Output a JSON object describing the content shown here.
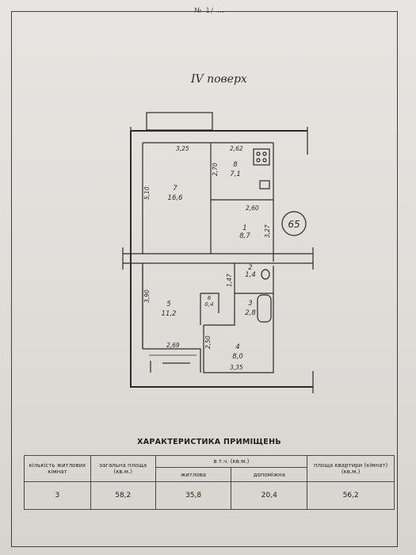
{
  "header": {
    "sheet_number": "№ 1/ … "
  },
  "plan": {
    "floor_title": "IV поверх",
    "apartment_number": "65",
    "rooms": [
      {
        "id": "7",
        "area": "16,6"
      },
      {
        "id": "8",
        "area": "7,1"
      },
      {
        "id": "1",
        "area": "8,7"
      },
      {
        "id": "2",
        "area": "1,4"
      },
      {
        "id": "3",
        "area": "2,8"
      },
      {
        "id": "6",
        "area": "0,4"
      },
      {
        "id": "5",
        "area": "11,2"
      },
      {
        "id": "4",
        "area": "8,0"
      }
    ],
    "dims": {
      "d325": "3,25",
      "d262": "2,62",
      "d510": "5,10",
      "d270": "2,70",
      "d260": "2,60",
      "d327": "3,27",
      "d390": "3,90",
      "d147": "1,47",
      "d269": "2,69",
      "d250": "2,50",
      "d335": "3,35"
    }
  },
  "table": {
    "title": "ХАРАКТЕРИСТИКА ПРИМІЩЕНЬ",
    "headers": {
      "rooms_count": "кількість житлових кімнат",
      "total_area": "загальна площа (кв.м.)",
      "including": "в т.ч. (кв.м.)",
      "living": "житлова",
      "auxiliary": "допоміжна",
      "apartment_area": "площа квартири (кімнат) (кв.м.)"
    },
    "values": {
      "rooms_count": "3",
      "total_area": "58,2",
      "living": "35,8",
      "auxiliary": "20,4",
      "apartment_area": "56,2"
    }
  }
}
